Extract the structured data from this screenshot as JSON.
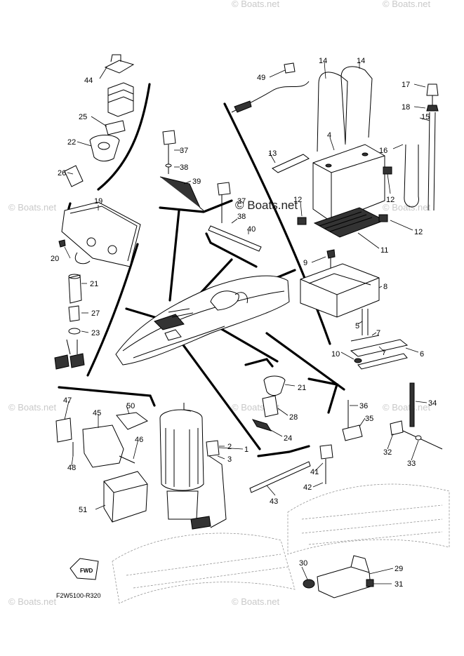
{
  "watermark": {
    "main": "© Boats.net",
    "tile": "© Boats.net"
  },
  "diagram": {
    "code": "F2W5100-R320",
    "fwd_label": "FWD"
  },
  "callouts": [
    {
      "id": "44",
      "text": "44"
    },
    {
      "id": "25",
      "text": "25"
    },
    {
      "id": "22",
      "text": "22"
    },
    {
      "id": "26",
      "text": "26"
    },
    {
      "id": "19",
      "text": "19"
    },
    {
      "id": "20",
      "text": "20"
    },
    {
      "id": "21a",
      "text": "21"
    },
    {
      "id": "27",
      "text": "27"
    },
    {
      "id": "23",
      "text": "23"
    },
    {
      "id": "37a",
      "text": "37"
    },
    {
      "id": "38a",
      "text": "38"
    },
    {
      "id": "39",
      "text": "39"
    },
    {
      "id": "37b",
      "text": "37"
    },
    {
      "id": "38b",
      "text": "38"
    },
    {
      "id": "40",
      "text": "40"
    },
    {
      "id": "49",
      "text": "49"
    },
    {
      "id": "14a",
      "text": "14"
    },
    {
      "id": "14b",
      "text": "14"
    },
    {
      "id": "17",
      "text": "17"
    },
    {
      "id": "18",
      "text": "18"
    },
    {
      "id": "15",
      "text": "15"
    },
    {
      "id": "16",
      "text": "16"
    },
    {
      "id": "13",
      "text": "13"
    },
    {
      "id": "4",
      "text": "4"
    },
    {
      "id": "12a",
      "text": "12"
    },
    {
      "id": "12b",
      "text": "12"
    },
    {
      "id": "12c",
      "text": "12"
    },
    {
      "id": "11",
      "text": "11"
    },
    {
      "id": "9",
      "text": "9"
    },
    {
      "id": "8",
      "text": "8"
    },
    {
      "id": "5",
      "text": "5"
    },
    {
      "id": "7a",
      "text": "7"
    },
    {
      "id": "7b",
      "text": "7"
    },
    {
      "id": "10",
      "text": "10"
    },
    {
      "id": "6",
      "text": "6"
    },
    {
      "id": "21b",
      "text": "21"
    },
    {
      "id": "28",
      "text": "28"
    },
    {
      "id": "24",
      "text": "24"
    },
    {
      "id": "36",
      "text": "36"
    },
    {
      "id": "34",
      "text": "34"
    },
    {
      "id": "35",
      "text": "35"
    },
    {
      "id": "32",
      "text": "32"
    },
    {
      "id": "33",
      "text": "33"
    },
    {
      "id": "47",
      "text": "47"
    },
    {
      "id": "50",
      "text": "50"
    },
    {
      "id": "45",
      "text": "45"
    },
    {
      "id": "46",
      "text": "46"
    },
    {
      "id": "48",
      "text": "48"
    },
    {
      "id": "51",
      "text": "51"
    },
    {
      "id": "2",
      "text": "2"
    },
    {
      "id": "1",
      "text": "1"
    },
    {
      "id": "3",
      "text": "3"
    },
    {
      "id": "41",
      "text": "41"
    },
    {
      "id": "42",
      "text": "42"
    },
    {
      "id": "43",
      "text": "43"
    },
    {
      "id": "30",
      "text": "30"
    },
    {
      "id": "29",
      "text": "29"
    },
    {
      "id": "31",
      "text": "31"
    }
  ]
}
